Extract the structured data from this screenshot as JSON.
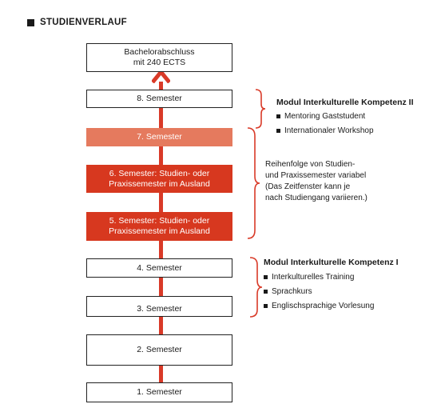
{
  "header": {
    "title": "STUDIENVERLAUF"
  },
  "boxes": {
    "degree": {
      "line1": "Bachelorabschluss",
      "line2": "mit 240 ECTS"
    },
    "sem8": "8. Semester",
    "sem7": "7. Semester",
    "sem6": {
      "line1": "6. Semester: Studien- oder",
      "line2": "Praxissemester im Ausland"
    },
    "sem5": {
      "line1": "5. Semester: Studien- oder",
      "line2": "Praxissemester im Ausland"
    },
    "sem4": "4. Semester",
    "sem3": "3. Semester",
    "sem2": "2. Semester",
    "sem1": "1. Semester"
  },
  "module2": {
    "title": "Modul Interkulturelle Kompetenz II",
    "items": [
      "Mentoring Gaststudent",
      "Internationaler Workshop"
    ]
  },
  "note": {
    "lines": [
      "Reihenfolge von Studien-",
      "und Praxissemester variabel",
      "(Das Zeitfenster kann je",
      "nach Studiengang variieren.)"
    ]
  },
  "module1": {
    "title": "Modul Interkulturelle Kompetenz I",
    "items": [
      "Interkulturelles Training",
      "Sprachkurs",
      "Englischsprachige Vorlesung"
    ]
  },
  "colors": {
    "accent": "#d93a28",
    "light_red": "#e57a5e",
    "box_red": "#d7381f"
  }
}
